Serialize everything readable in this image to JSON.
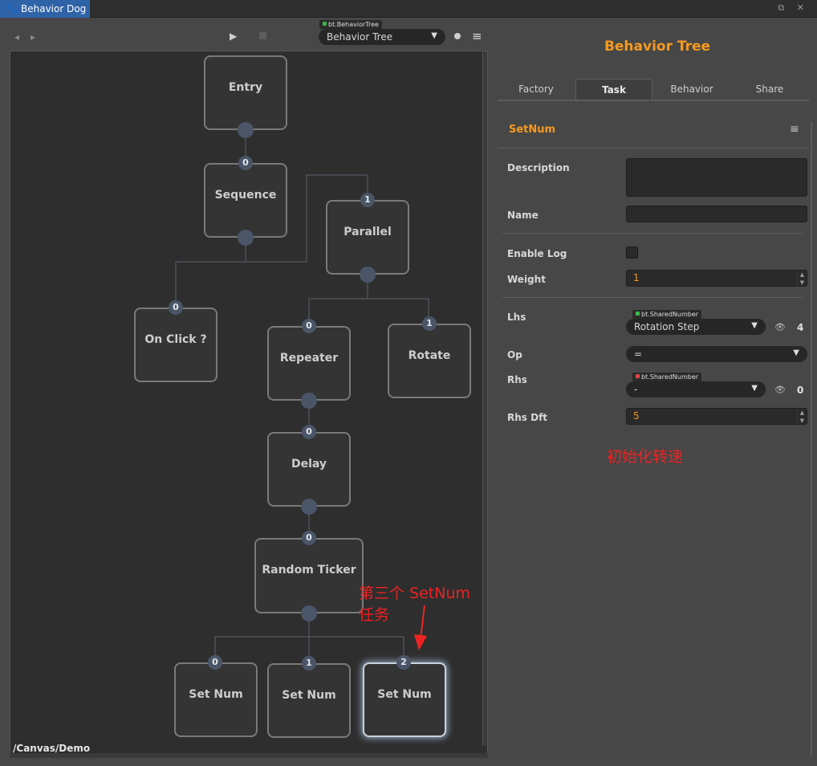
{
  "window": {
    "tab_title": "Behavior Dog",
    "window_buttons": "⧉ ✕"
  },
  "toolbar": {
    "tree_type_tag": "bt.BehaviorTree",
    "tree_select_value": "Behavior Tree"
  },
  "canvas": {
    "path": "/Canvas/Demo",
    "nodes": {
      "entry": "Entry",
      "sequence": "Sequence",
      "parallel": "Parallel",
      "on_click": "On Click ?",
      "repeater": "Repeater",
      "rotate": "Rotate",
      "delay": "Delay",
      "random_ticker": "Random Ticker",
      "set_num_0": "Set Num",
      "set_num_1": "Set Num",
      "set_num_2": "Set Num"
    },
    "indices": {
      "sequence": "0",
      "parallel": "1",
      "on_click": "0",
      "repeater": "0",
      "rotate": "1",
      "delay": "0",
      "random_ticker": "0",
      "set_num_0": "0",
      "set_num_1": "1",
      "set_num_2": "2"
    },
    "annotation": "第三个 SetNum 任务"
  },
  "panel": {
    "title": "Behavior Tree",
    "tabs": [
      "Factory",
      "Task",
      "Behavior",
      "Share"
    ],
    "active_tab": "Task",
    "section_title": "SetNum",
    "labels": {
      "description": "Description",
      "name": "Name",
      "enable_log": "Enable Log",
      "weight": "Weight",
      "lhs": "Lhs",
      "op": "Op",
      "rhs": "Rhs",
      "rhs_dft": "Rhs Dft"
    },
    "weight_value": "1",
    "lhs_type_tag": "bt.SharedNumber",
    "lhs_value": "Rotation Step",
    "lhs_count": "4",
    "op_value": "=",
    "rhs_type_tag": "bt.SharedNumber",
    "rhs_value": "-",
    "rhs_count": "0",
    "rhs_dft_value": "5",
    "annotation": "初始化转速"
  },
  "colors": {
    "accent": "#f59a1f",
    "tab_blue": "#2f63a8",
    "port": "#4a5668",
    "annotation_red": "#ee2222"
  }
}
